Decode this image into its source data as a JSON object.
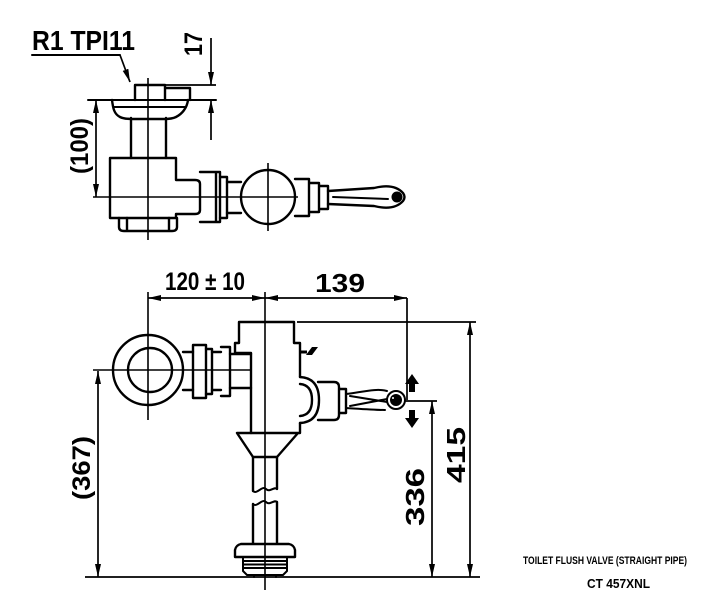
{
  "callout": {
    "thread_spec": "R1 TPI11"
  },
  "dims": {
    "side": {
      "cap_height": "17",
      "inlet_drop": "(100)"
    },
    "front": {
      "inlet_to_body": "120 ± 10",
      "body_to_handle_tip": "139",
      "inlet_center_height": "(367)",
      "handle_center_height": "336",
      "overall_height": "415"
    }
  },
  "footer": {
    "product_name": "TOILET FLUSH VALVE (STRAIGHT PIPE)",
    "model_code": "CT 457XNL"
  },
  "colors": {
    "line": "#000000",
    "background": "#ffffff"
  }
}
